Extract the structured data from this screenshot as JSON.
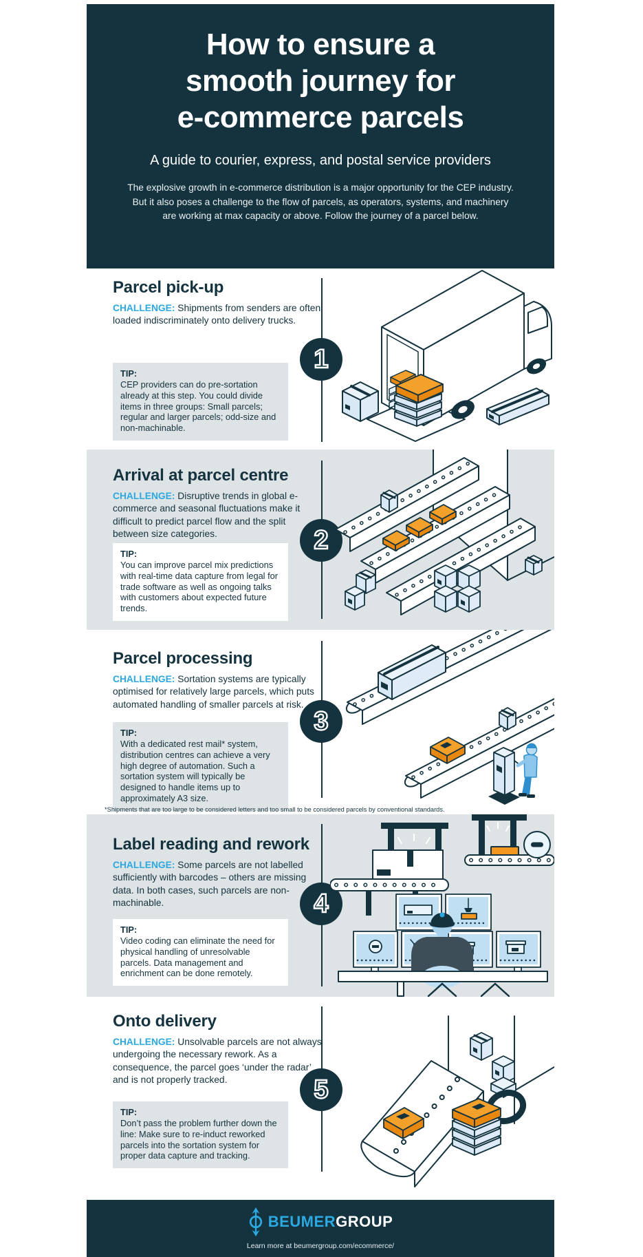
{
  "colors": {
    "dark": "#14333F",
    "accent_blue": "#2BA9E0",
    "orange": "#F2961F",
    "band_gray": "#DEE3E5"
  },
  "header": {
    "title_lines": [
      "How to ensure a",
      "smooth journey for",
      "e-commerce parcels"
    ],
    "subtitle": "A guide to courier, express, and postal service providers",
    "intro": "The explosive growth in e-commerce distribution is a major opportunity for the CEP industry. But it also poses a challenge to the flow of parcels, as operators, systems, and machinery are working at max capacity or above. Follow the journey of a parcel below."
  },
  "sections": [
    {
      "number": "1",
      "title": "Parcel pick-up",
      "challenge_label": "CHALLENGE:",
      "challenge": "Shipments from senders are often loaded indiscriminately onto delivery trucks.",
      "tip_label": "TIP:",
      "tip": "CEP providers can do pre-sortation already at this step. You could divide items in three groups: Small parcels; regular and larger parcels; odd-size and non-machinable."
    },
    {
      "number": "2",
      "title": "Arrival at parcel centre",
      "challenge_label": "CHALLENGE:",
      "challenge": "Disruptive trends in global e-commerce and seasonal fluctuations make it difficult to predict parcel flow and the split between size categories.",
      "tip_label": "TIP:",
      "tip": "You can improve parcel mix predictions with real-time data capture from legal for trade software as well as ongoing talks with customers about expected future trends."
    },
    {
      "number": "3",
      "title": "Parcel processing",
      "challenge_label": "CHALLENGE:",
      "challenge": "Sortation systems are typically optimised for relatively large parcels, which puts automated handling of smaller parcels at risk.",
      "tip_label": "TIP:",
      "tip": "With a dedicated rest mail* system, distribution centres can achieve a very high degree of automation. Such a sortation system will typically be designed to handle items up to approximately A3 size.",
      "footnote": "*Shipments that are too large to be considered letters and too small to be considered parcels by conventional standards."
    },
    {
      "number": "4",
      "title": "Label reading and rework",
      "challenge_label": "CHALLENGE:",
      "challenge": "Some parcels are not labelled sufficiently with barcodes – others are missing data. In both cases, such parcels are non-machinable.",
      "tip_label": "TIP:",
      "tip": "Video coding can eliminate the need for physical handling of unresolvable parcels. Data management and enrichment can be done remotely."
    },
    {
      "number": "5",
      "title": "Onto delivery",
      "challenge_label": "CHALLENGE:",
      "challenge": "Unsolvable parcels are not always undergoing the necessary rework. As a consequence, the parcel goes ‘under the radar’ and is not properly tracked.",
      "tip_label": "TIP:",
      "tip": "Don’t pass the problem further down the line: Make sure to re-induct reworked parcels into the sortation system for proper data capture and tracking."
    }
  ],
  "footer": {
    "logo_primary": "BEUMER",
    "logo_secondary": "GROUP",
    "tagline": "Learn more at beumergroup.com/ecommerce/"
  }
}
